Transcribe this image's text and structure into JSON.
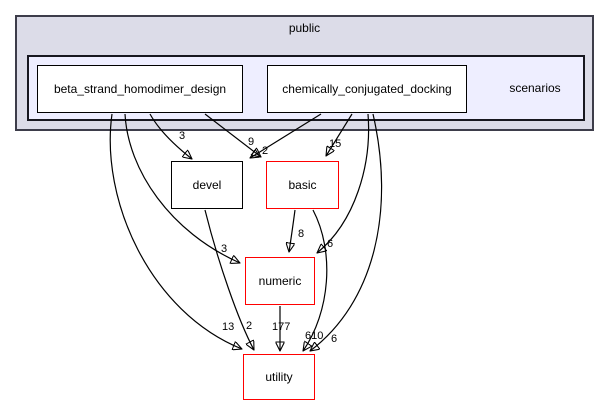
{
  "colors": {
    "outer_cluster_bg": "#dcdce8",
    "inner_cluster_bg": "#eeeeff",
    "node_bg": "#ffffff",
    "black_node_border": "#000000",
    "red_node_border": "#ff0000",
    "edge_color": "#000000"
  },
  "clusters": {
    "outer": {
      "label": "public"
    },
    "inner": {
      "label": "scenarios"
    }
  },
  "nodes": {
    "bshd": {
      "label": "beta_strand_homodimer_design",
      "border_color": "#000000"
    },
    "ccd": {
      "label": "chemically_conjugated_docking",
      "border_color": "#000000"
    },
    "devel": {
      "label": "devel",
      "border_color": "#000000"
    },
    "basic": {
      "label": "basic",
      "border_color": "#ff0000"
    },
    "numeric": {
      "label": "numeric",
      "border_color": "#ff0000"
    },
    "utility": {
      "label": "utility",
      "border_color": "#ff0000"
    }
  },
  "edges": [
    {
      "from": "beta_strand_homodimer_design",
      "to": "devel",
      "count": "3"
    },
    {
      "from": "beta_strand_homodimer_design",
      "to": "basic",
      "count": "9"
    },
    {
      "from": "chemically_conjugated_docking",
      "to": "devel",
      "count": "2"
    },
    {
      "from": "chemically_conjugated_docking",
      "to": "basic",
      "count": "15"
    },
    {
      "from": "beta_strand_homodimer_design",
      "to": "numeric",
      "count": "3"
    },
    {
      "from": "basic",
      "to": "numeric",
      "count": "8"
    },
    {
      "from": "chemically_conjugated_docking",
      "to": "numeric",
      "count": "6"
    },
    {
      "from": "beta_strand_homodimer_design",
      "to": "utility",
      "count": "13"
    },
    {
      "from": "devel",
      "to": "utility",
      "count": "2"
    },
    {
      "from": "numeric",
      "to": "utility",
      "count": "177"
    },
    {
      "from": "basic",
      "to": "utility",
      "count": "610"
    },
    {
      "from": "chemically_conjugated_docking",
      "to": "utility",
      "count": "6"
    }
  ]
}
